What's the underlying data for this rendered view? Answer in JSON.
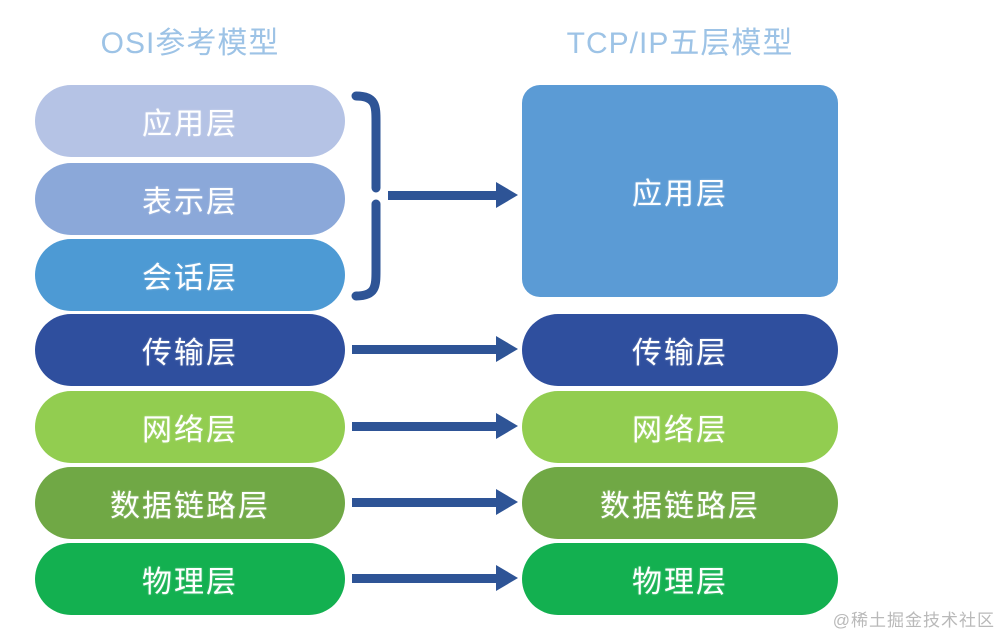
{
  "diagram": {
    "background_color": "#ffffff",
    "title_color": "#9dc3e6",
    "arrow_color": "#2e5496",
    "left_column": {
      "title": "OSI参考模型",
      "layers": [
        {
          "label": "应用层",
          "color": "#b5c3e5"
        },
        {
          "label": "表示层",
          "color": "#8ba8d9"
        },
        {
          "label": "会话层",
          "color": "#4d9ad4"
        },
        {
          "label": "传输层",
          "color": "#2f4f9e"
        },
        {
          "label": "网络层",
          "color": "#92cd50"
        },
        {
          "label": "数据链路层",
          "color": "#70a845"
        },
        {
          "label": "物理层",
          "color": "#13b050"
        }
      ]
    },
    "right_column": {
      "title": "TCP/IP五层模型",
      "layers": [
        {
          "label": "应用层",
          "color": "#5b9bd5"
        },
        {
          "label": "传输层",
          "color": "#2f4f9e"
        },
        {
          "label": "网络层",
          "color": "#92cd50"
        },
        {
          "label": "数据链路层",
          "color": "#70a845"
        },
        {
          "label": "物理层",
          "color": "#13b050"
        }
      ]
    },
    "connectors": [
      {
        "name": "brace-group-arrow",
        "from": "应用层+表示层+会话层",
        "to": "应用层"
      },
      {
        "name": "transport-arrow",
        "from": "传输层",
        "to": "传输层"
      },
      {
        "name": "network-arrow",
        "from": "网络层",
        "to": "网络层"
      },
      {
        "name": "datalink-arrow",
        "from": "数据链路层",
        "to": "数据链路层"
      },
      {
        "name": "physical-arrow",
        "from": "物理层",
        "to": "物理层"
      }
    ],
    "watermark": "@稀土掘金技术社区"
  }
}
